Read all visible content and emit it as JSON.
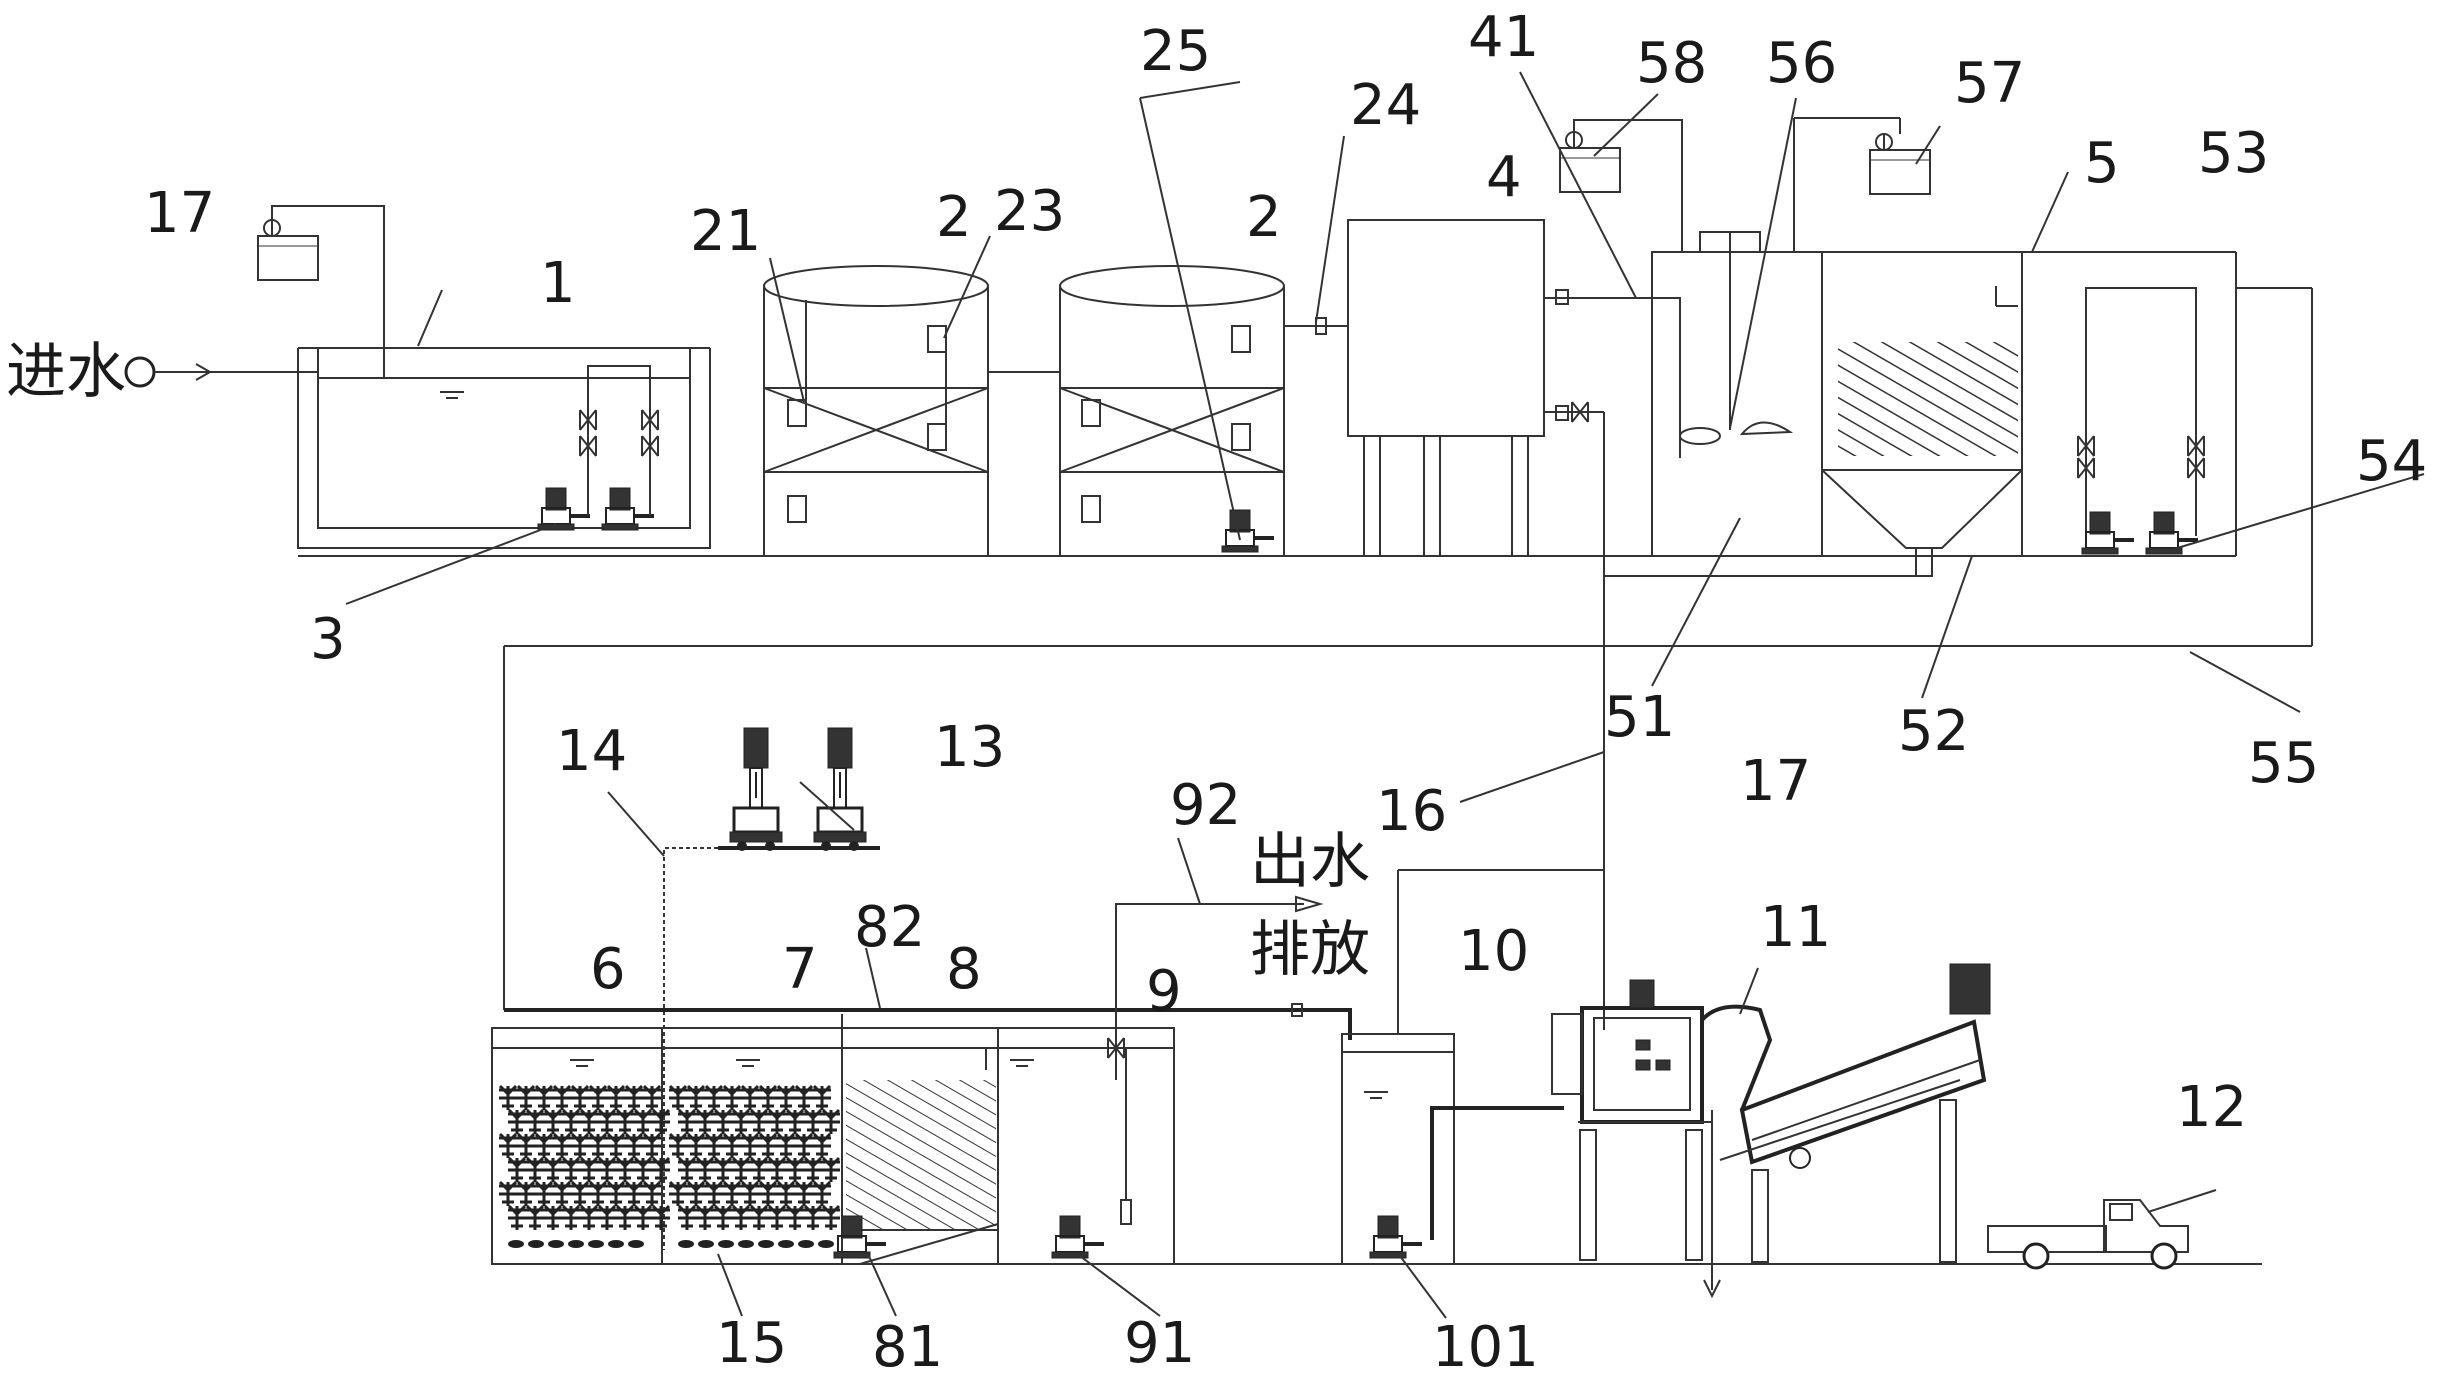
{
  "labels": {
    "l1": "1",
    "l2a": "2",
    "l2b": "2",
    "l3": "3",
    "l4": "4",
    "l5": "5",
    "l6": "6",
    "l7": "7",
    "l8": "8",
    "l9": "9",
    "l10": "10",
    "l11": "11",
    "l12": "12",
    "l13": "13",
    "l14": "14",
    "l15": "15",
    "l16": "16",
    "l17a": "17",
    "l17b": "17",
    "l21": "21",
    "l23": "23",
    "l24": "24",
    "l25": "25",
    "l41": "41",
    "l51": "51",
    "l52": "52",
    "l53": "53",
    "l54": "54",
    "l55": "55",
    "l56": "56",
    "l57": "57",
    "l58": "58",
    "l81": "81",
    "l82": "82",
    "l91": "91",
    "l92": "92",
    "l101": "101"
  },
  "text": {
    "inlet": "进水",
    "outlet_line1": "出水",
    "outlet_line2": "排放"
  }
}
